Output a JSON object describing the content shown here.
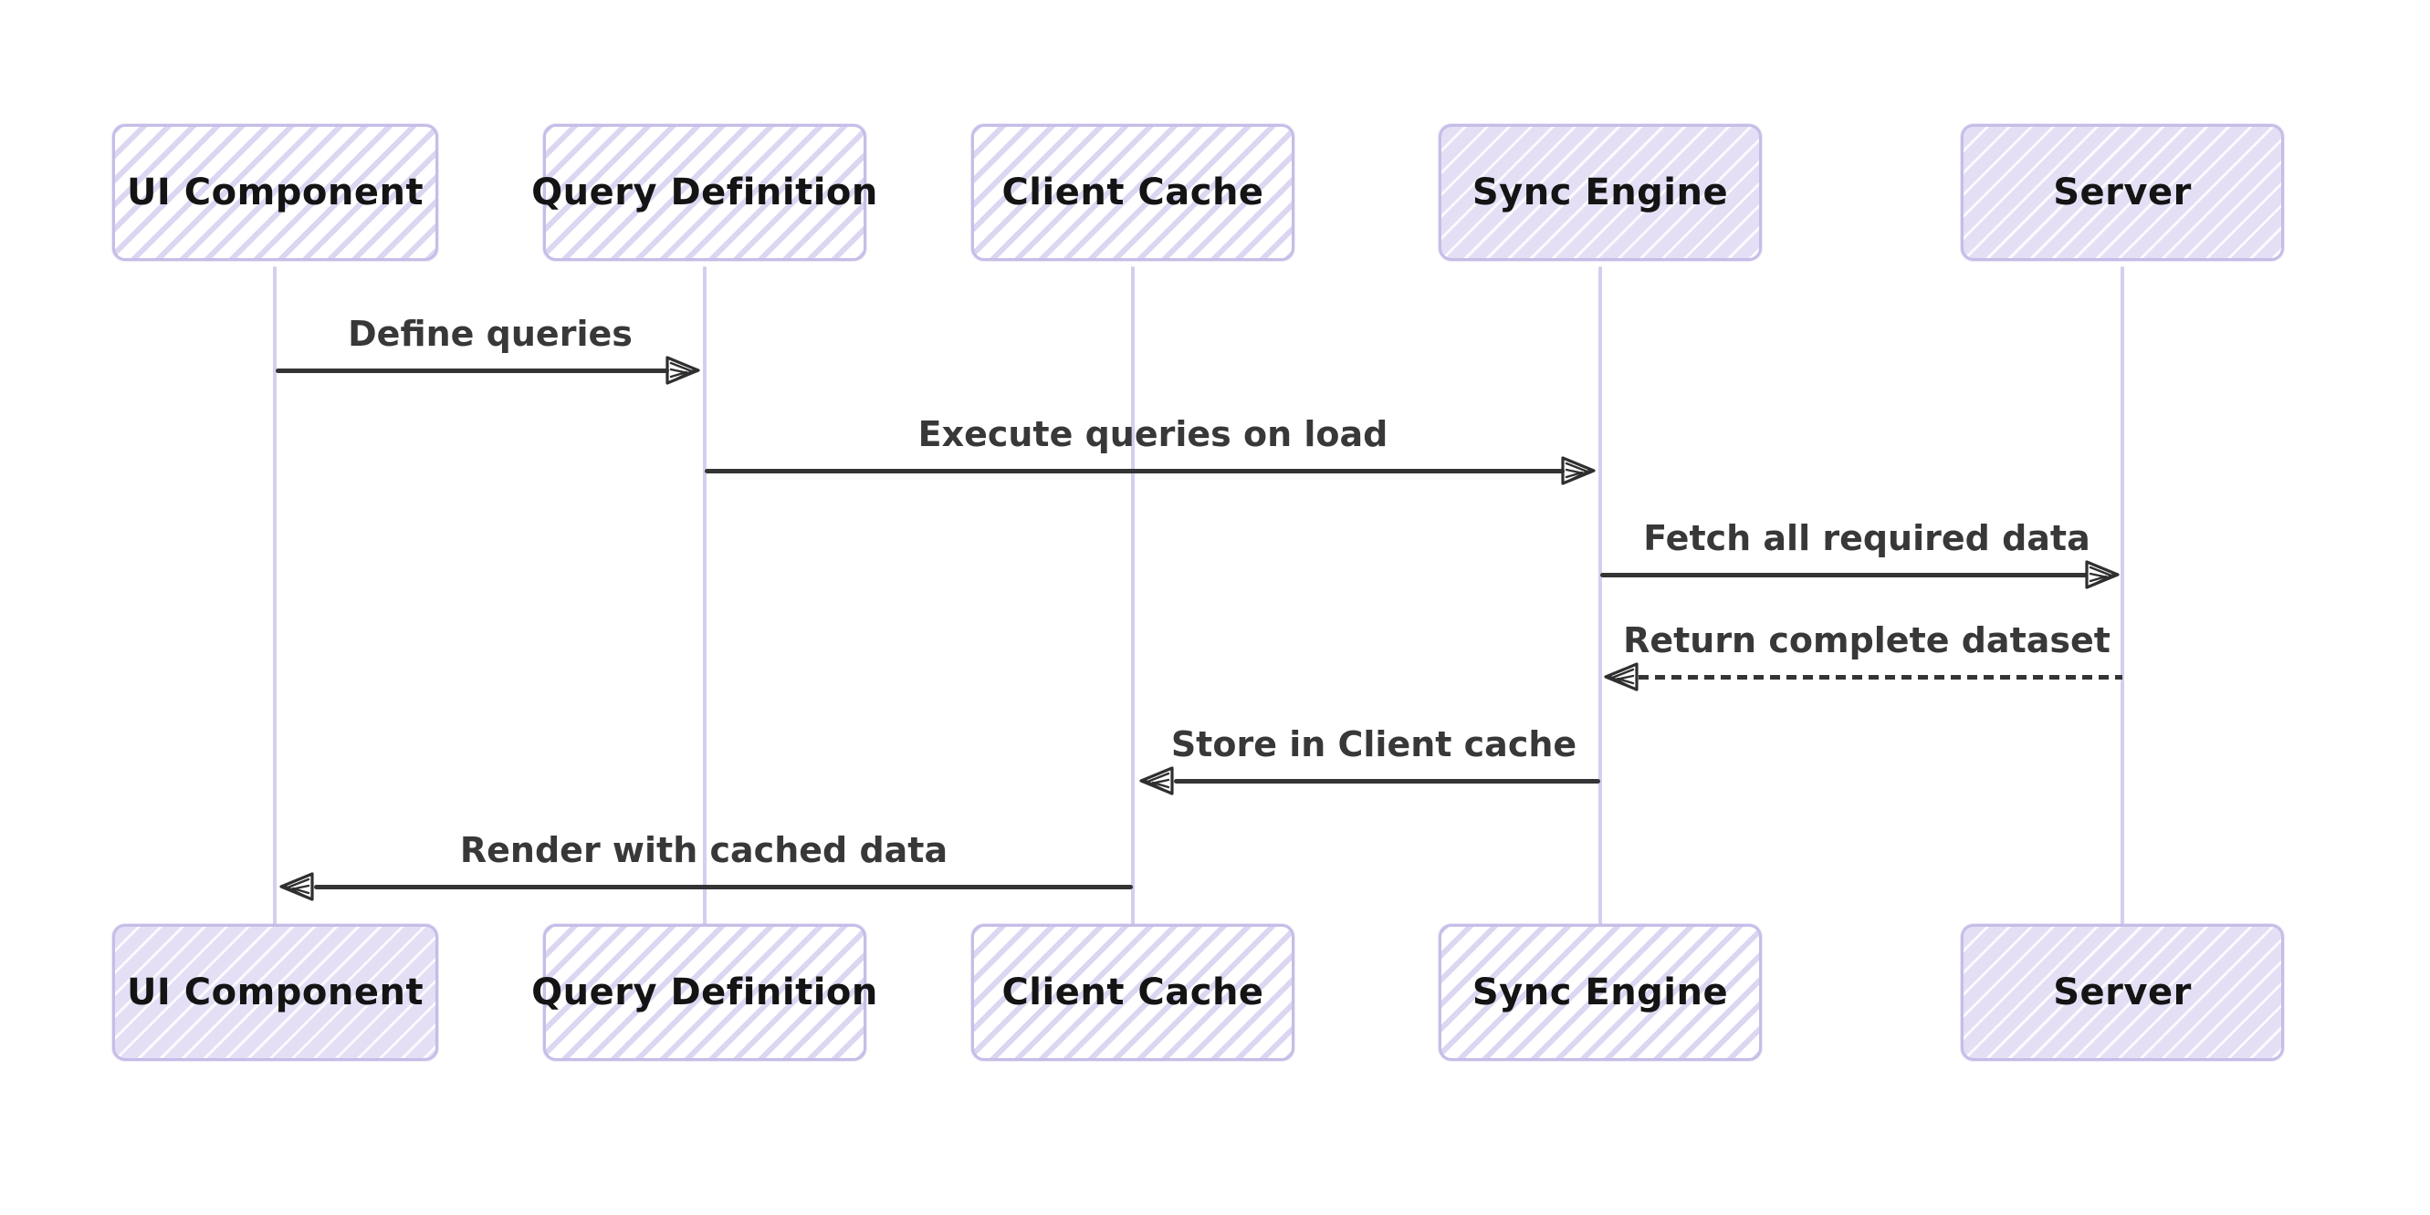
{
  "diagram": {
    "type": "sequence-diagram",
    "actors": [
      {
        "id": "ui-component",
        "label": "UI Component"
      },
      {
        "id": "query-definition",
        "label": "Query Definition"
      },
      {
        "id": "client-cache",
        "label": "Client Cache"
      },
      {
        "id": "sync-engine",
        "label": "Sync Engine"
      },
      {
        "id": "server",
        "label": "Server"
      }
    ],
    "messages": [
      {
        "from": "UI Component",
        "to": "Query Definition",
        "label": "Define queries",
        "style": "solid",
        "direction": "right"
      },
      {
        "from": "Query Definition",
        "to": "Sync Engine",
        "label": "Execute queries on load",
        "style": "solid",
        "direction": "right"
      },
      {
        "from": "Sync Engine",
        "to": "Server",
        "label": "Fetch all required data",
        "style": "solid",
        "direction": "right"
      },
      {
        "from": "Server",
        "to": "Sync Engine",
        "label": "Return complete dataset",
        "style": "dashed",
        "direction": "left"
      },
      {
        "from": "Sync Engine",
        "to": "Client Cache",
        "label": "Store in Client cache",
        "style": "solid",
        "direction": "left"
      },
      {
        "from": "Client Cache",
        "to": "UI Component",
        "label": "Render with cached data",
        "style": "solid",
        "direction": "left"
      }
    ],
    "colors": {
      "background": "#ffffff",
      "box_border": "#c7bde7",
      "box_hatch": "#dcd6f2",
      "box_fill_dense": "#e4dff5",
      "lifeline": "#d6ceef",
      "message_line": "#343434",
      "message_text": "#383838",
      "actor_text": "#141414"
    }
  }
}
